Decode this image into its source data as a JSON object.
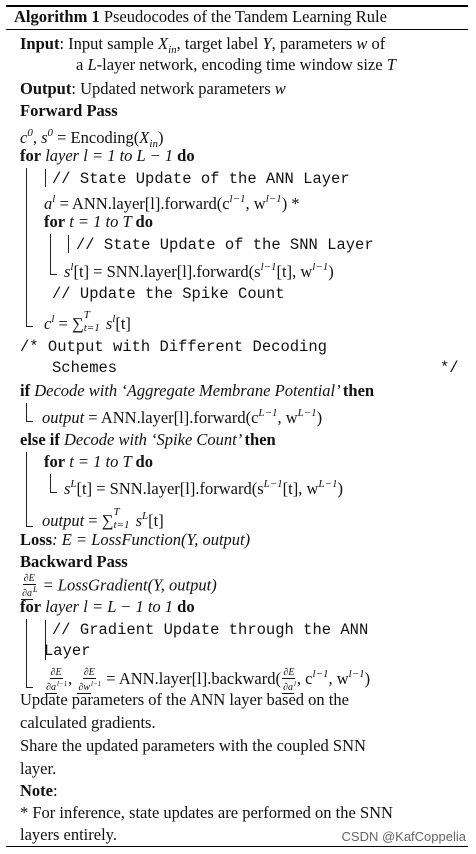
{
  "algorithm": {
    "label": "Algorithm 1",
    "title": "Pseudocodes of the Tandem Learning Rule"
  },
  "input": {
    "keyword": "Input",
    "text1": ": Input sample ",
    "x": "X",
    "x_sub": "in",
    "text2": ", target label ",
    "y": "Y",
    "text3": ", parameters ",
    "w": "w",
    "text4": " of",
    "line2a": "a ",
    "L": "L",
    "line2b": "-layer network, encoding time window size ",
    "T": "T"
  },
  "output": {
    "keyword": "Output",
    "text": ": Updated network parameters ",
    "w": "w"
  },
  "forward_pass": "Forward Pass",
  "encoding_line": {
    "c": "c",
    "s": "s",
    "zero": "0",
    "rest": " = Encoding(",
    "x": "X",
    "x_sub": "in",
    "close": ")"
  },
  "for1": {
    "kw_for": "for",
    "cond": " layer l = 1 to L − 1 ",
    "kw_do": "do"
  },
  "comment_ann": "// State Update of the ANN Layer",
  "ann_forward": {
    "a": "a",
    "l": "l",
    "rest": " = ANN.layer[l].forward(c",
    "lm1": "l−1",
    "mid": ", w",
    "lm1b": "l−1",
    "close": ") *"
  },
  "for2": {
    "kw_for": "for",
    "cond": " t = 1 to T ",
    "kw_do": "do"
  },
  "comment_snn": "// State Update of the SNN Layer",
  "snn_forward": {
    "s": "s",
    "l": "l",
    "rest": "[t] = SNN.layer[l].forward(s",
    "lm1": "l−1",
    "mid": "[t], w",
    "lm1b": "l−1",
    "close": ")"
  },
  "comment_spike": "// Update the Spike Count",
  "spike_count": {
    "c": "c",
    "l": "l",
    "eq": " = ∑",
    "sum_sup": "T",
    "sum_sub": "t=1",
    "s": " s",
    "l2": "l",
    "close": "[t]"
  },
  "comment_output": "/* Output with Different Decoding",
  "comment_output2": "Schemes",
  "comment_output_end": "*/",
  "if1": {
    "kw_if": "if",
    "cond": " Decode with ‘Aggregate Membrane Potential’ ",
    "kw_then": "then"
  },
  "if1_body": {
    "out": "output",
    "rest": " = ANN.layer[l].forward(c",
    "Lm1": "L−1",
    "mid": ", w",
    "Lm1b": "L−1",
    "close": ")"
  },
  "elseif": {
    "kw": "else if",
    "cond": " Decode with ‘Spike Count’ ",
    "kw_then": "then"
  },
  "for3": {
    "kw_for": "for",
    "cond": " t = 1 to T ",
    "kw_do": "do"
  },
  "for3_body": {
    "s": "s",
    "L": "L",
    "rest": "[t] = SNN.layer[l].forward(s",
    "Lm1": "L−1",
    "mid": "[t], w",
    "Lm1b": "L−1",
    "close": ")"
  },
  "output_sum": {
    "out": "output",
    "eq": " = ∑",
    "sum_sup": "T",
    "sum_sub": "t=1",
    "s": " s",
    "L": "L",
    "close": "[t]"
  },
  "loss": {
    "keyword": "Loss",
    "text": ": E = LossFunction(Y, output)"
  },
  "backward_pass": "Backward Pass",
  "loss_grad": {
    "num": "∂E",
    "den": "∂a",
    "den_sup": "L",
    "rest": " = LossGradient(Y, output)"
  },
  "for4": {
    "kw_for": "for",
    "cond": " layer l = L − 1 to 1 ",
    "kw_do": "do"
  },
  "comment_grad": "// Gradient Update through the ANN",
  "comment_grad2": "Layer",
  "backward_line": {
    "f1num": "∂E",
    "f1den": "∂a",
    "f1den_sup": "l−1",
    "f2num": "∂E",
    "f2den": "∂w",
    "f2den_sup": "l−1",
    "rest": " = ANN.layer[l].backward(",
    "f3num": "∂E",
    "f3den": "∂a",
    "f3den_sup": "l",
    "mid": ", c",
    "lm1": "l−1",
    "mid2": ", w",
    "lm1b": "l−1",
    "close": ")"
  },
  "update_text1": "Update parameters of the ANN layer based on the",
  "update_text2": "calculated gradients.",
  "share_text1": "Share the updated parameters with the coupled SNN",
  "share_text2": "layer.",
  "note_keyword": "Note",
  "note_colon": ":",
  "note_text1": "* For inference, state updates are performed on the SNN",
  "note_text2": "layers entirely.",
  "watermark": "CSDN @KafCoppelia"
}
